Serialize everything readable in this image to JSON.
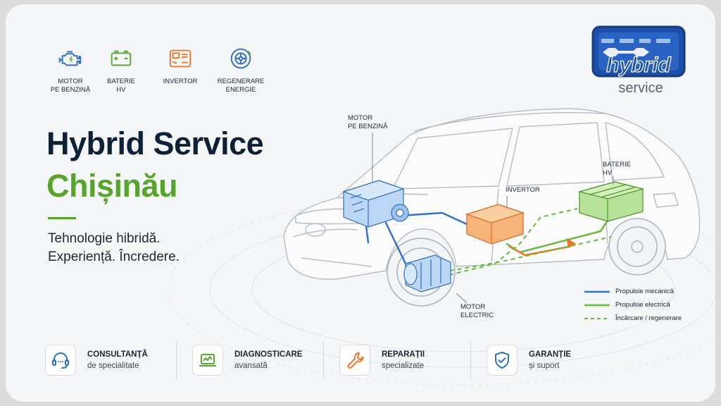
{
  "brand": {
    "logo_word": "hybrid",
    "logo_sub": "service"
  },
  "top_features": [
    {
      "label": "Motor\npe benzină",
      "icon": "engine-icon",
      "color": "#2f6fbf"
    },
    {
      "label": "Baterie\nHV",
      "icon": "battery-icon",
      "color": "#5aa636"
    },
    {
      "label": "Invertor",
      "icon": "inverter-icon",
      "color": "#e8792b"
    },
    {
      "label": "Regenerare\nenergie",
      "icon": "regeneration-icon",
      "color": "#2f6fbf"
    }
  ],
  "headline": {
    "line1": "Hybrid Service",
    "line2": "Chișinău",
    "tagline1": "Tehnologie hibridă.",
    "tagline2": "Experiență. Încredere."
  },
  "diagram": {
    "callout_engine": "Motor\npe benzină",
    "callout_battery": "Baterie\nHV",
    "callout_inverter": "Invertor",
    "callout_motor": "Motor\nelectric"
  },
  "legend": [
    {
      "label": "Propulsie mecanică",
      "color": "#2f72c9",
      "style": "solid"
    },
    {
      "label": "Propulsie electrică",
      "color": "#6bb83a",
      "style": "solid"
    },
    {
      "label": "Încărcare / regenerare",
      "color": "#6bb83a",
      "style": "dashed"
    }
  ],
  "services": [
    {
      "title": "Consultanță",
      "subtitle": "de specialitate",
      "icon": "headset-icon",
      "color": "#2f6fbf"
    },
    {
      "title": "Diagnosticare",
      "subtitle": "avansată",
      "icon": "laptop-diagnostics-icon",
      "color": "#5aa636"
    },
    {
      "title": "Reparații",
      "subtitle": "specializate",
      "icon": "wrench-icon",
      "color": "#e8792b"
    },
    {
      "title": "Garanție",
      "subtitle": "și suport",
      "icon": "shield-check-icon",
      "color": "#2f6fbf"
    }
  ],
  "colors": {
    "navy": "#0f2137",
    "green": "#58a52e",
    "blue": "#2f72c9",
    "orange": "#e8792b"
  }
}
